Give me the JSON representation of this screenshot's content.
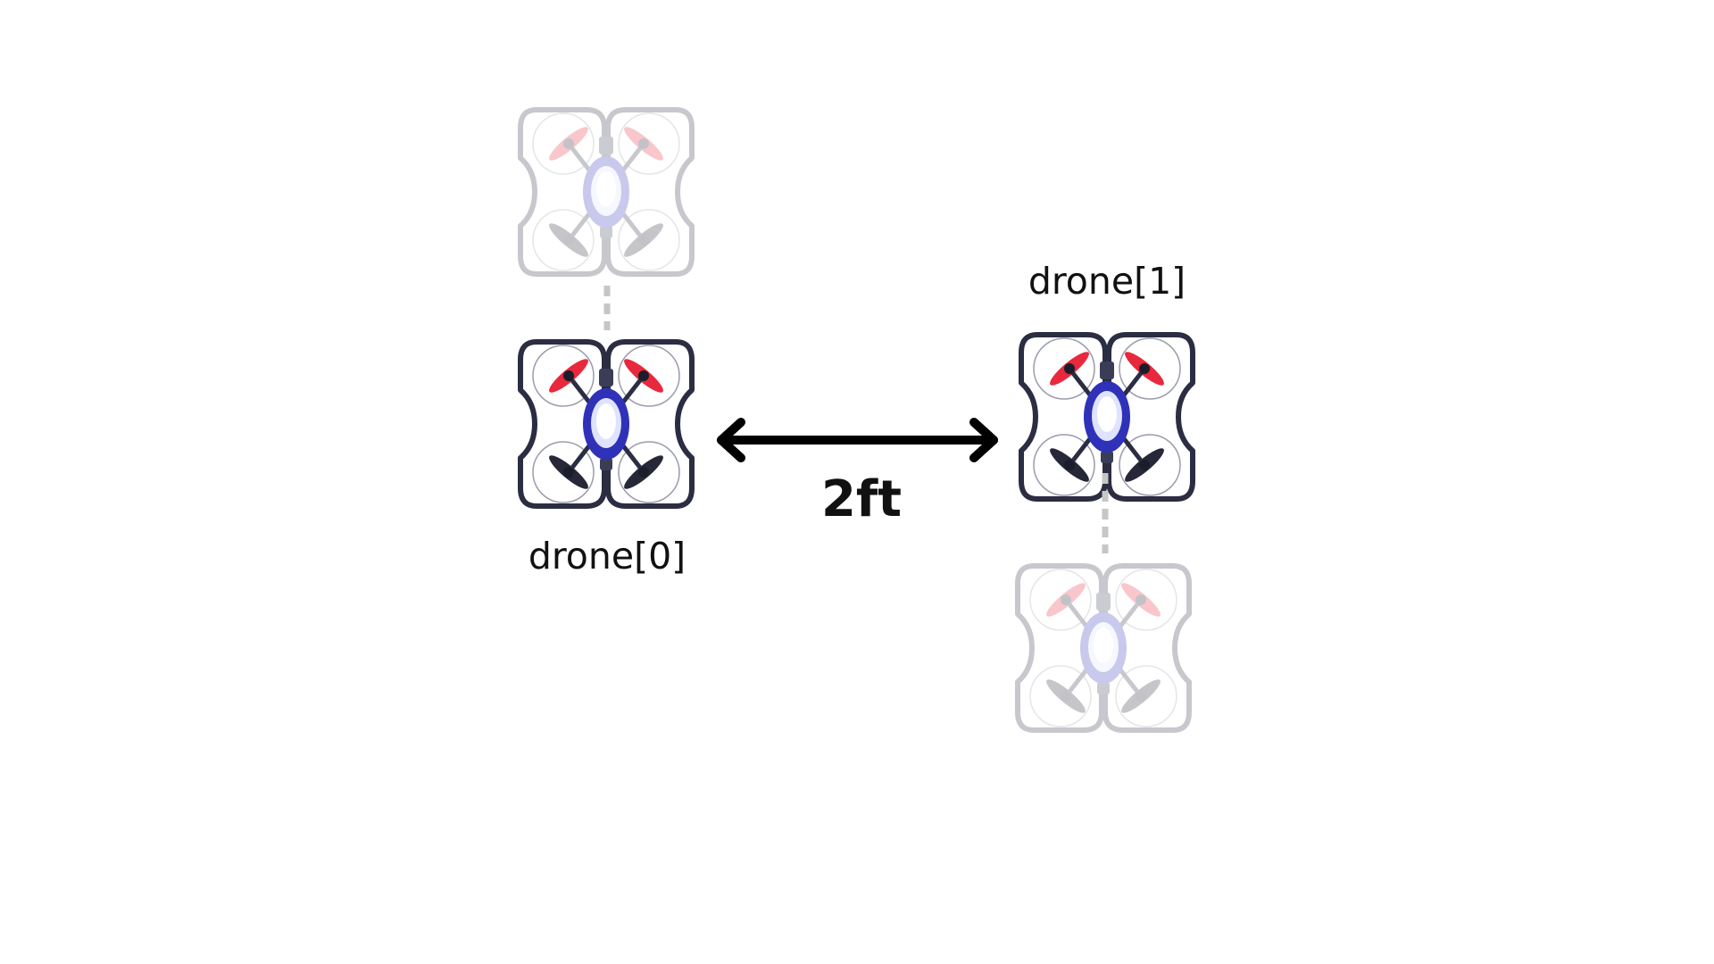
{
  "labels": {
    "drone_0": "drone[0]",
    "drone_1": "drone[1]",
    "distance": "2ft"
  },
  "colors": {
    "frame": "#2b2d42",
    "body": "#2f32b8",
    "body_glow": "#e9ecff",
    "propeller_front": "#e8283c",
    "propeller_rear": "#262838",
    "arrow": "#000000",
    "dashed_connector": "#c6c6c6",
    "text": "#111111"
  }
}
